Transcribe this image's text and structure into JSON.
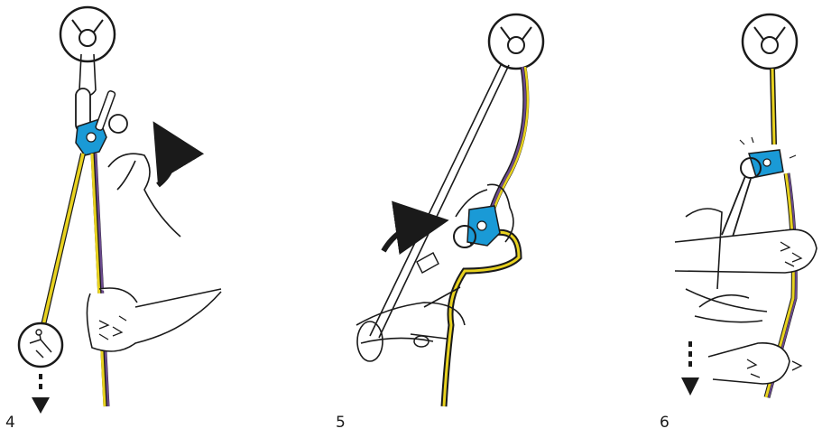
{
  "steps": [
    {
      "number": "4"
    },
    {
      "number": "5"
    },
    {
      "number": "6"
    }
  ],
  "colors": {
    "outline": "#1a1a1a",
    "rope_yellow": "#e8d21f",
    "rope_purple": "#6b4a8e",
    "device_blue": "#1a9ad6",
    "background": "#ffffff",
    "anchor_fill": "#ffffff"
  },
  "icons": [
    "anchor-icon",
    "descender-device-icon",
    "carabiner-icon",
    "rotate-arrow-icon",
    "down-arrow-icon",
    "hand-icon",
    "climber-icon"
  ]
}
